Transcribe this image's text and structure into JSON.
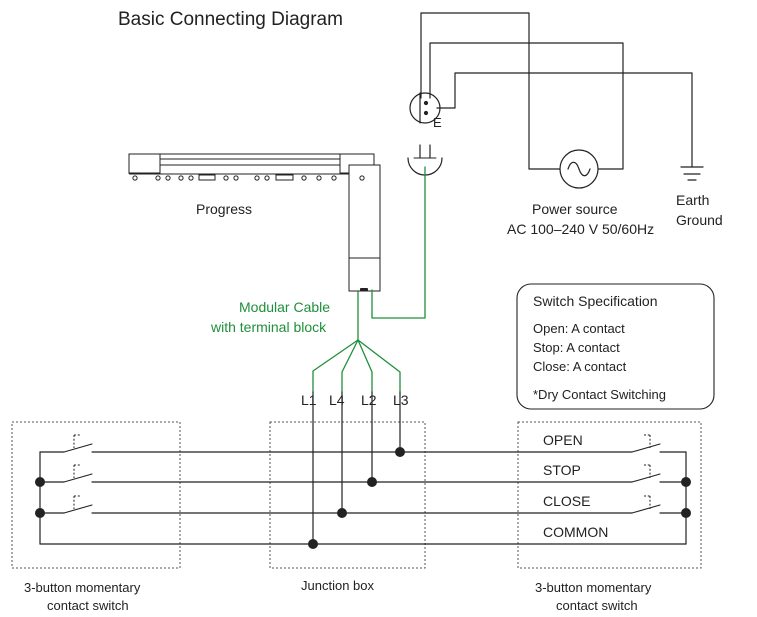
{
  "diagram": {
    "title": "Basic Connecting Diagram",
    "device": {
      "label": "Progress"
    },
    "power": {
      "plug_label": "E",
      "source_label_line1": "Power source",
      "source_label_line2": "AC 100–240 V 50/60Hz",
      "earth_label_line1": "Earth",
      "earth_label_line2": "Ground"
    },
    "cable": {
      "label_line1": "Modular Cable",
      "label_line2": "with terminal block",
      "leads": [
        "L1",
        "L4",
        "L2",
        "L3"
      ]
    },
    "switch_spec": {
      "title": "Switch Specification",
      "lines": [
        "Open:  A contact",
        "Stop:   A contact",
        "Close: A contact"
      ],
      "note": "*Dry Contact Switching"
    },
    "lines": [
      "OPEN",
      "STOP",
      "CLOSE",
      "COMMON"
    ],
    "boxes": {
      "left_line1": "3-button momentary",
      "left_line2": "contact switch",
      "center": "Junction box",
      "right_line1": "3-button momentary",
      "right_line2": "contact switch"
    },
    "colors": {
      "line": "#222222",
      "green": "#1f8f3b"
    }
  }
}
